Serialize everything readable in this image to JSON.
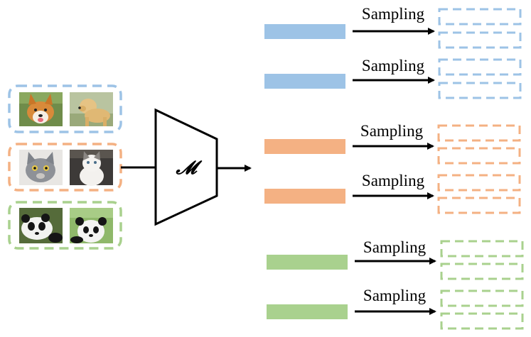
{
  "model": {
    "label": "𝓜"
  },
  "colors": {
    "blue": "#9dc3e6",
    "orange": "#f4b183",
    "green": "#a9d18e",
    "line": "#000000"
  },
  "groups": [
    {
      "name": "dog",
      "color": "#9dc3e6",
      "images": [
        "dog-corgi-icon",
        "dog-labrador-icon"
      ],
      "samples": [
        {
          "label": "Sampling"
        },
        {
          "label": "Sampling"
        }
      ]
    },
    {
      "name": "cat",
      "color": "#f4b183",
      "images": [
        "cat-gray-icon",
        "cat-white-icon"
      ],
      "samples": [
        {
          "label": "Sampling"
        },
        {
          "label": "Sampling"
        }
      ]
    },
    {
      "name": "panda",
      "color": "#a9d18e",
      "images": [
        "panda-lying-icon",
        "panda-sitting-icon"
      ],
      "samples": [
        {
          "label": "Sampling"
        },
        {
          "label": "Sampling"
        }
      ]
    }
  ]
}
